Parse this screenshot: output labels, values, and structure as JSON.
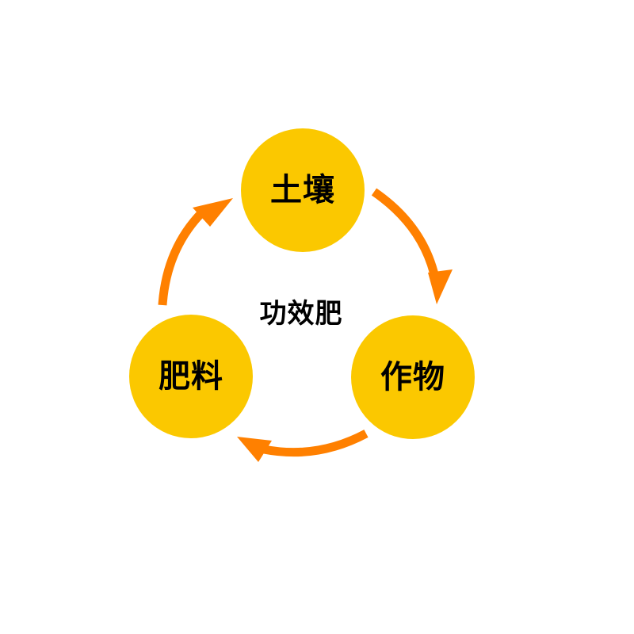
{
  "diagram": {
    "center_label": "功效肥",
    "nodes": [
      {
        "id": "soil",
        "label": "土壤"
      },
      {
        "id": "crop",
        "label": "作物"
      },
      {
        "id": "fertilizer",
        "label": "肥料"
      }
    ],
    "edges": [
      {
        "from": "soil",
        "to": "crop"
      },
      {
        "from": "crop",
        "to": "fertilizer"
      },
      {
        "from": "fertilizer",
        "to": "soil"
      }
    ]
  },
  "colors": {
    "node_fill": "#FBC800",
    "arrow": "#FF8000",
    "text": "#000000",
    "background": "#FFFFFF"
  }
}
